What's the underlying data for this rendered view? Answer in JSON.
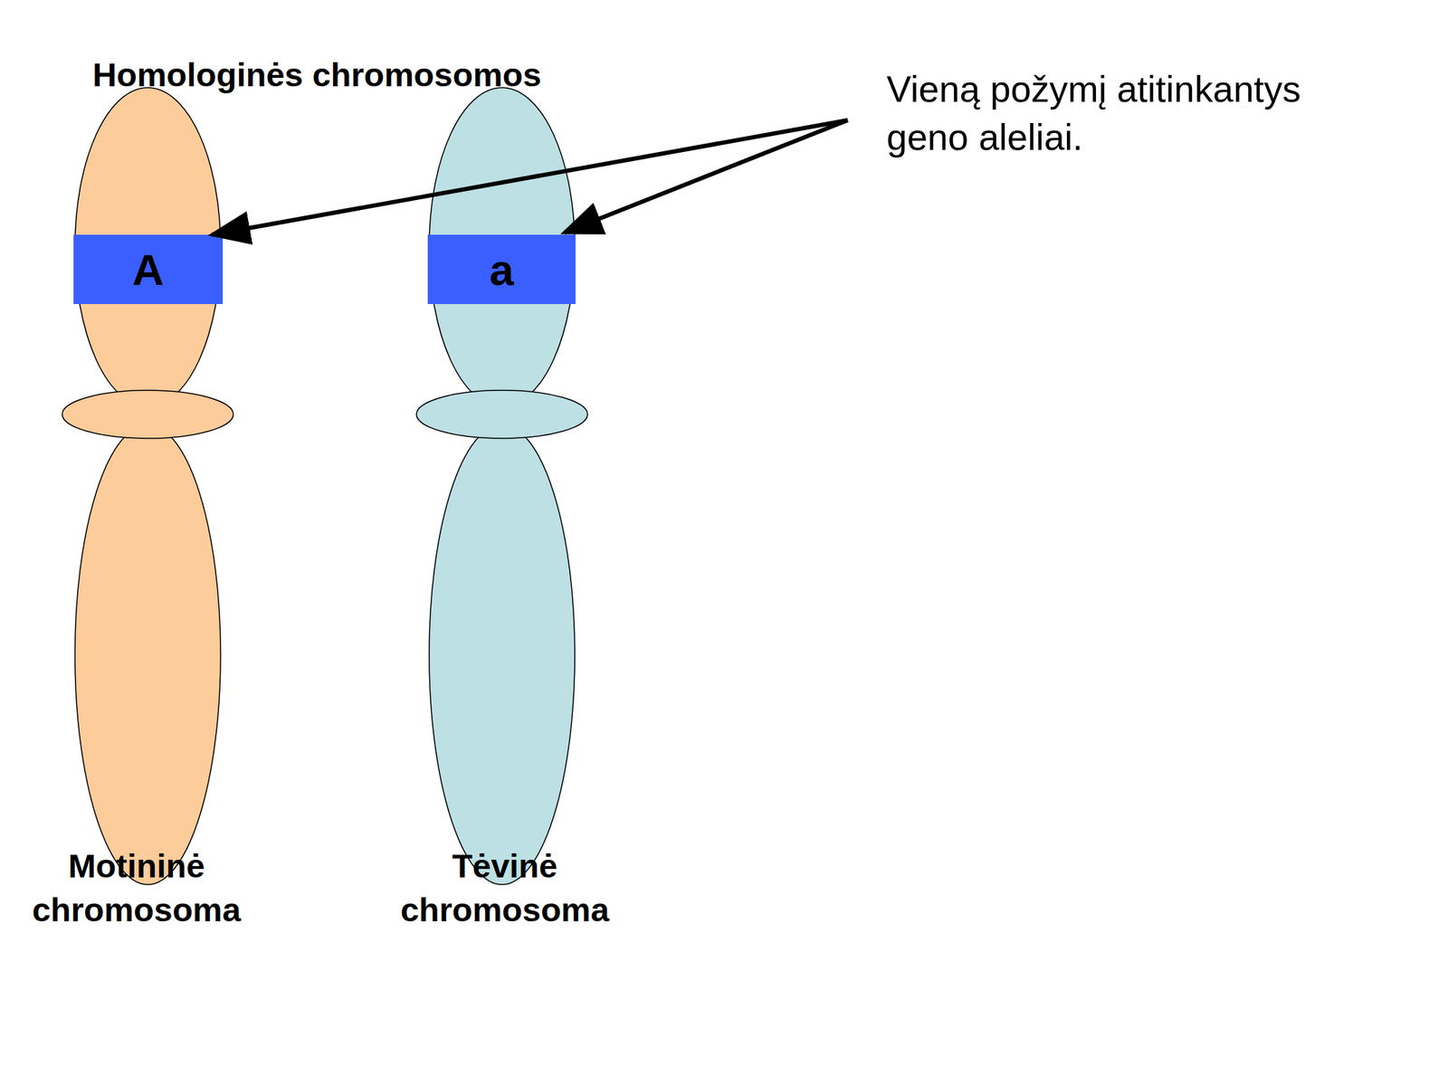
{
  "diagram": {
    "title": "Homologinės chromosomos",
    "nodes": [
      {
        "text": [
          "Motininė chromosoma"
        ]
      },
      {
        "text": [
          "A"
        ],
        "in": 0
      },
      {
        "text": [
          "Tėvinė chromosoma"
        ]
      },
      {
        "text": [
          "a"
        ],
        "in": 2
      }
    ],
    "labels": [
      "Vieną požymį atitinkantys geno aleliai."
    ]
  }
}
